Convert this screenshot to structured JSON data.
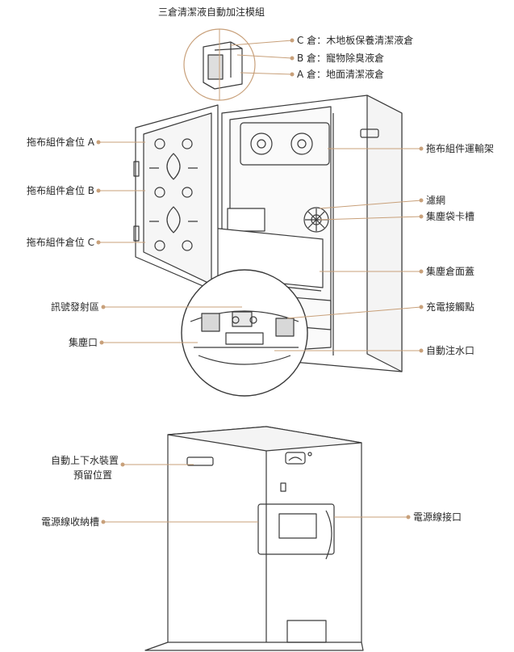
{
  "diagram": {
    "top_title": "三倉清潔液自動加注模組",
    "chambers": {
      "c": "C 倉：木地板保養清潔液倉",
      "b": "B 倉：寵物除臭液倉",
      "a": "A 倉：地面清潔液倉"
    },
    "left_labels": {
      "mop_a": "拖布組件倉位 A",
      "mop_b": "拖布組件倉位 B",
      "mop_c": "拖布組件倉位 C",
      "signal": "訊號發射區",
      "dust_inlet": "集塵口"
    },
    "right_labels": {
      "mop_rack": "拖布組件運輸架",
      "filter": "濾網",
      "bag_slot": "集塵袋卡槽",
      "cover": "集塵倉面蓋",
      "charge": "充電接觸點",
      "water_inlet": "自動注水口"
    },
    "back_labels": {
      "water_device_1": "自動上下水裝置",
      "water_device_2": "預留位置",
      "cord_slot": "電源線收納槽",
      "power_port": "電源線接口"
    },
    "colors": {
      "leader": "#c8a07a",
      "outline": "#3a3a3a"
    }
  }
}
